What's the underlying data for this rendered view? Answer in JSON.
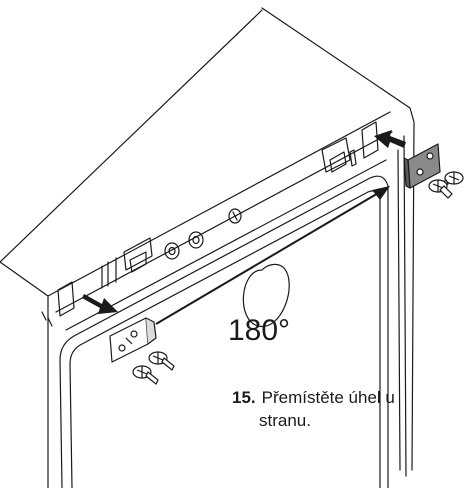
{
  "diagram": {
    "rotation_label": "180°",
    "instruction": {
      "step_number": "15.",
      "line1": "Přemístěte úhel u",
      "line2": "stranu."
    },
    "colors": {
      "line": "#1a1a1a",
      "bracket_fill": "#ffffff",
      "bracket_dark_fill": "#8a8a8a",
      "background": "#ffffff"
    },
    "icons": [
      "arrow-icon",
      "rotation-loop-icon",
      "screw-icon",
      "hinge-bracket-icon"
    ]
  }
}
